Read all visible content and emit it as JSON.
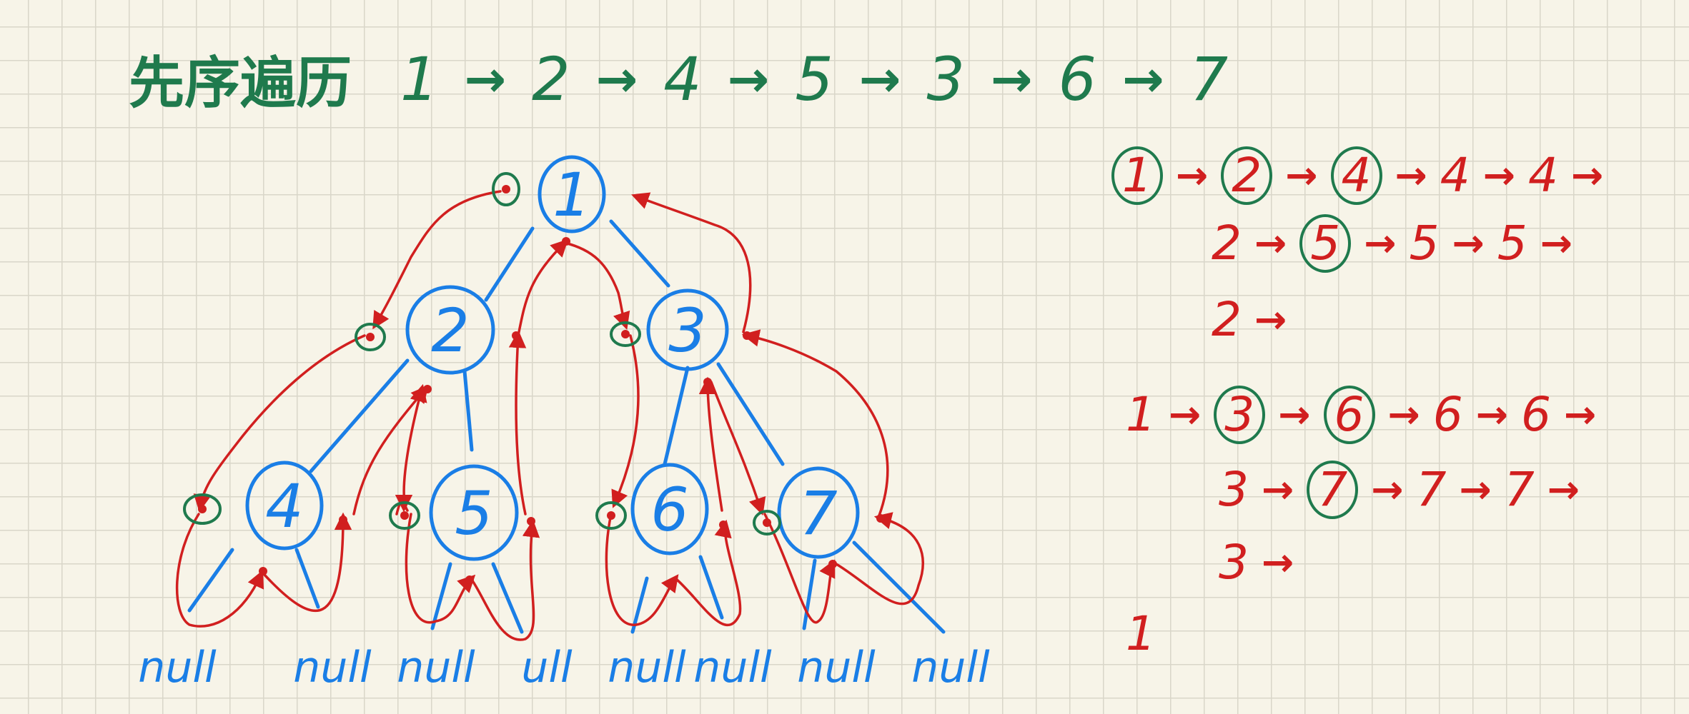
{
  "title": {
    "label": "先序遍历",
    "sequence": [
      "1",
      "2",
      "4",
      "5",
      "3",
      "6",
      "7"
    ]
  },
  "tree": {
    "nodes": [
      {
        "id": "n1",
        "label": "1"
      },
      {
        "id": "n2",
        "label": "2"
      },
      {
        "id": "n3",
        "label": "3"
      },
      {
        "id": "n4",
        "label": "4"
      },
      {
        "id": "n5",
        "label": "5"
      },
      {
        "id": "n6",
        "label": "6"
      },
      {
        "id": "n7",
        "label": "7"
      }
    ],
    "null_leaves": [
      "null",
      "null",
      "null",
      "ull",
      "null",
      "null",
      "null",
      "null"
    ]
  },
  "trace": {
    "rows": [
      [
        {
          "t": "1",
          "c": true
        },
        {
          "t": "2",
          "c": true
        },
        {
          "t": "4",
          "c": true
        },
        {
          "t": "4",
          "c": false
        },
        {
          "t": "4",
          "c": false
        }
      ],
      [
        {
          "t": "2",
          "c": false
        },
        {
          "t": "5",
          "c": true
        },
        {
          "t": "5",
          "c": false
        },
        {
          "t": "5",
          "c": false
        }
      ],
      [
        {
          "t": "2",
          "c": false
        }
      ],
      [
        {
          "t": "1",
          "c": false
        },
        {
          "t": "3",
          "c": true
        },
        {
          "t": "6",
          "c": true
        },
        {
          "t": "6",
          "c": false
        },
        {
          "t": "6",
          "c": false
        }
      ],
      [
        {
          "t": "3",
          "c": false
        },
        {
          "t": "7",
          "c": true
        },
        {
          "t": "7",
          "c": false
        },
        {
          "t": "7",
          "c": false
        }
      ],
      [
        {
          "t": "3",
          "c": false
        }
      ],
      [
        {
          "t": "1",
          "c": false
        }
      ]
    ],
    "last_arrow": [
      true,
      true,
      true,
      true,
      true,
      true,
      false
    ]
  },
  "colors": {
    "tree_blue": "#1a7ee6",
    "trace_red": "#d11f1f",
    "visit_green": "#1f7a4d",
    "paper": "#f7f4e8"
  }
}
